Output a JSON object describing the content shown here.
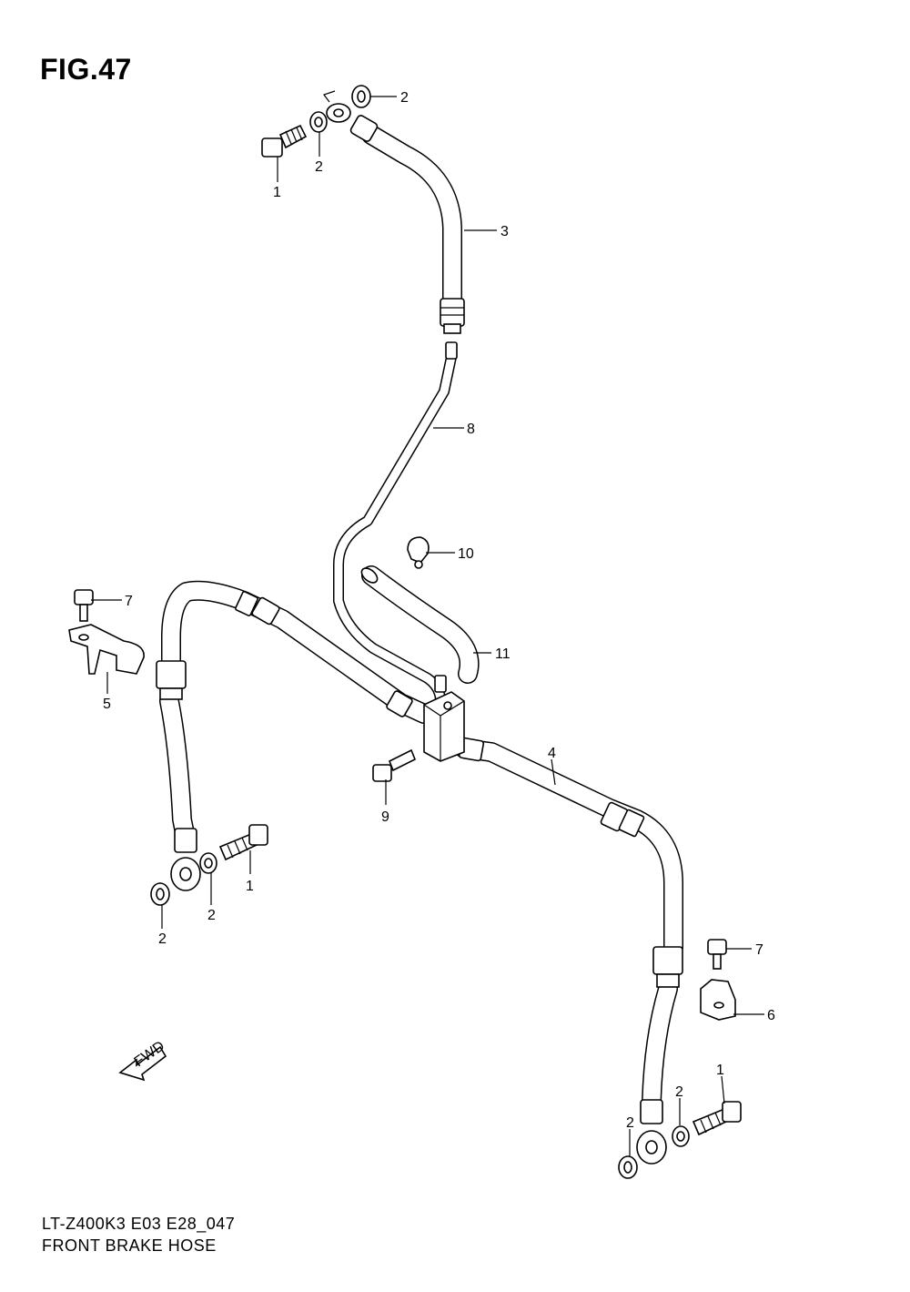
{
  "figure": {
    "title": "FIG.47"
  },
  "footer": {
    "model_code": "LT-Z400K3 E03 E28_047",
    "part_name": "FRONT BRAKE  HOSE"
  },
  "fwd_label": "FWD",
  "callouts": {
    "c2_top_right": "2",
    "c2_top_left": "2",
    "c1_top": "1",
    "c3": "3",
    "c8": "8",
    "c10": "10",
    "c11": "11",
    "c7_left": "7",
    "c5": "5",
    "c4": "4",
    "c9": "9",
    "c1_left": "1",
    "c2_left_a": "2",
    "c2_left_b": "2",
    "c7_right": "7",
    "c6": "6",
    "c1_right": "1",
    "c2_right_a": "2",
    "c2_right_b": "2"
  }
}
